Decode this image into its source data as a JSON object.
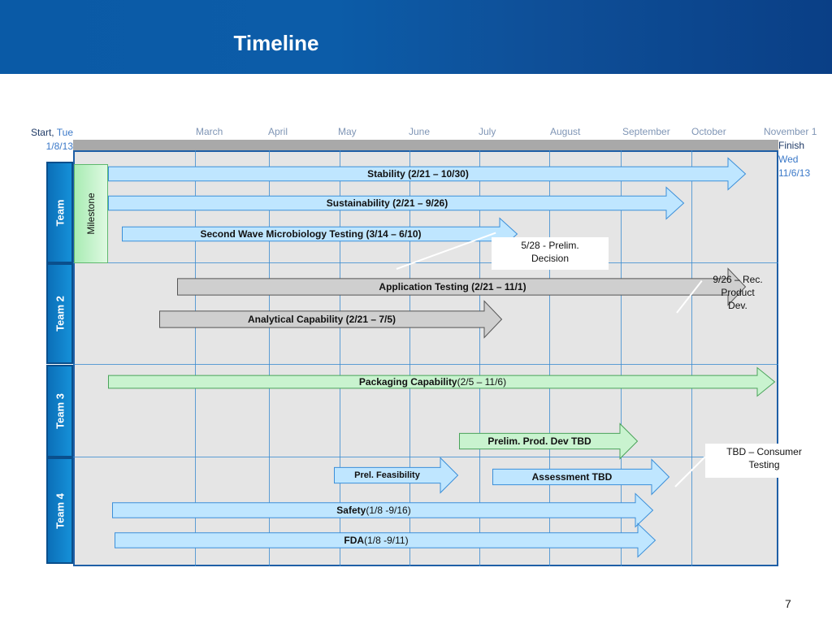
{
  "header": {
    "title": "Timeline"
  },
  "start": {
    "label": "Start,",
    "date_line1": "Tue",
    "date_line2": "1/8/13"
  },
  "finish": {
    "label": "Finish",
    "date_line1": "Wed",
    "date_line2": "11/6/13"
  },
  "months": [
    "March",
    "April",
    "May",
    "June",
    "July",
    "August",
    "September",
    "October",
    "November 1"
  ],
  "teams": [
    "Team",
    "Team 2",
    "Team 3",
    "Team 4"
  ],
  "milestone_label": "Milestone",
  "tasks": [
    {
      "bold": "Stability (2/21 – 10/30)",
      "rest": ""
    },
    {
      "bold": "Sustainability (2/21 – 9/26)",
      "rest": ""
    },
    {
      "bold": "Second Wave Microbiology Testing (3/14 – 6/10)",
      "rest": ""
    },
    {
      "bold": "Application Testing (2/21 – 11/1)",
      "rest": ""
    },
    {
      "bold": "Analytical Capability  (2/21 – 7/5)",
      "rest": ""
    },
    {
      "bold": "Packaging Capability",
      "rest": " (2/5 – 11/6)"
    },
    {
      "bold": "Prelim. Prod. Dev TBD",
      "rest": ""
    },
    {
      "bold": "Prel. Feasibility",
      "rest": ""
    },
    {
      "bold": "Assessment TBD",
      "rest": ""
    },
    {
      "bold": "Safety",
      "rest": "(1/8 -9/16)"
    },
    {
      "bold": "FDA",
      "rest": " (1/8 -9/11)"
    }
  ],
  "callouts": [
    {
      "line1": "5/28 - Prelim.",
      "line2": "Decision",
      "line3": ""
    },
    {
      "line1": "9/26 – Rec.",
      "line2": "Product",
      "line3": "Dev."
    },
    {
      "line1": "TBD – Consumer",
      "line2": "Testing",
      "line3": ""
    }
  ],
  "colors": {
    "blue_fill": "#bfe6ff",
    "blue_stroke": "#3b8fd9",
    "gray_fill": "#cfcfcf",
    "gray_stroke": "#555555",
    "green_fill": "#c9f3cf",
    "green_stroke": "#4aa35a"
  },
  "page_number": "7"
}
